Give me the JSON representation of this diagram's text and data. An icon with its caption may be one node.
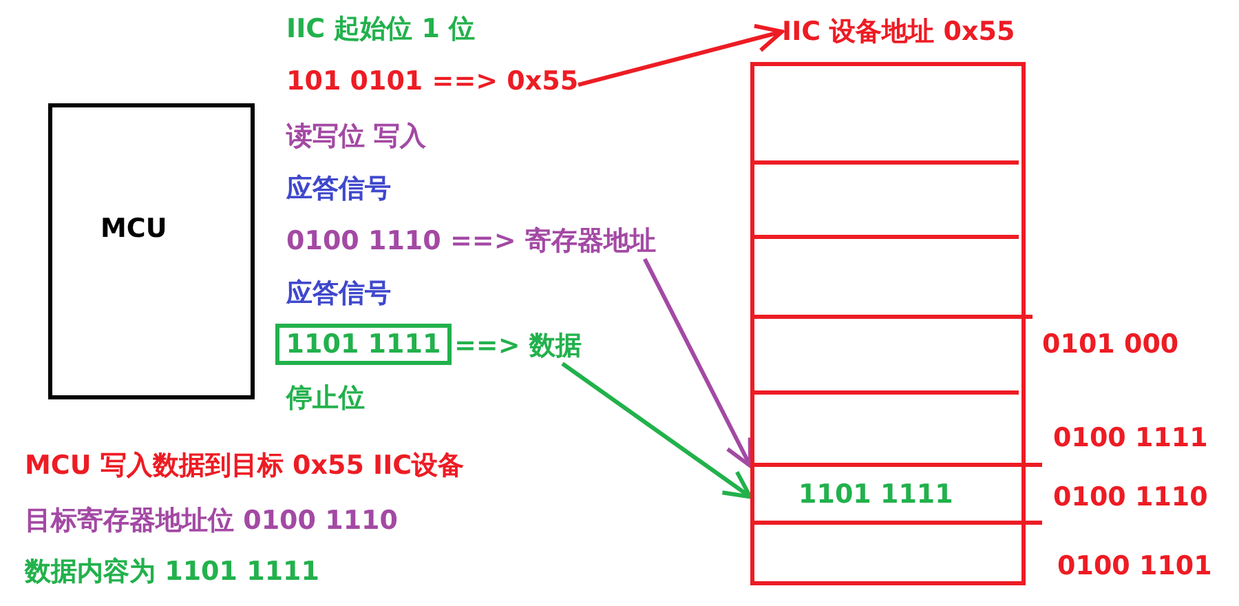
{
  "diagram": {
    "nodes": [
      {
        "text": [
          "MCU"
        ]
      },
      {
        "text": [
          "101 0101 ==> 0x55"
        ]
      },
      {
        "text": [
          "IIC 设备地址 0x55"
        ]
      },
      {
        "text": [],
        "shape": "box"
      },
      {
        "text": [
          "1101 1111"
        ],
        "in": 3
      },
      {
        "text": [
          "0100 1110 ==> 寄存器地址"
        ]
      },
      {
        "text": [
          "1101 1111"
        ]
      },
      {
        "text": [
          "==> 数据"
        ]
      }
    ],
    "edges": [
      {
        "from": 1,
        "to": 2,
        "arrow": "to",
        "color": "#ed1c24"
      },
      {
        "from": 5,
        "to": 4,
        "arrow": "to",
        "color": "#a349a4"
      },
      {
        "from": 7,
        "to": 4,
        "arrow": "to",
        "color": "#22b14c"
      }
    ],
    "labels": [
      "IIC 起始位 1 位",
      "读写位 写入",
      "应答信号",
      "应答信号",
      "停止位",
      "0101 000",
      "0100 1111",
      "MCU 写入数据到目标 0x55 IIC设备",
      "0100 1110",
      "目标寄存器地址位 0100 1110",
      "0100 1101",
      "数据内容为 1101 1111"
    ]
  }
}
